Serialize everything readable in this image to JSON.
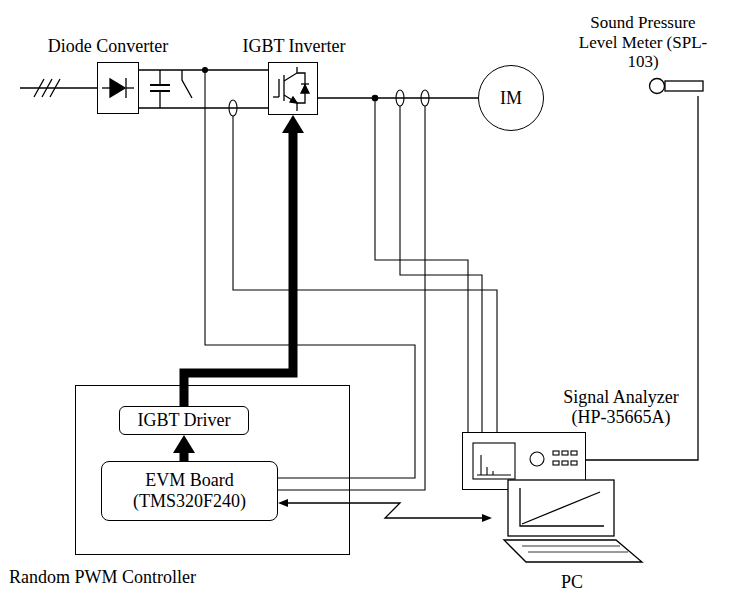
{
  "diagram": {
    "nodes": [
      {
        "text": [
          "Diode Converter"
        ]
      },
      {
        "text": [
          "IGBT Inverter"
        ]
      },
      {
        "text": [
          "Sound Pressure Level Meter (SPL-103)"
        ]
      },
      {
        "text": [
          "IM"
        ]
      },
      {
        "text": [
          "Signal Analyzer (HP-35665A)"
        ]
      },
      {
        "text": [
          "Random PWM Controller"
        ]
      },
      {
        "text": [
          "IGBT Driver"
        ],
        "in": 5
      },
      {
        "text": [
          "EVM Board (TMS320F240)"
        ],
        "in": 5
      },
      {
        "text": [
          "PC"
        ]
      }
    ],
    "edges": [
      {
        "from": 0,
        "to": 1,
        "arrow": "none"
      },
      {
        "from": 1,
        "to": 3,
        "arrow": "none"
      },
      {
        "from": 2,
        "to": 4,
        "arrow": "none"
      },
      {
        "from": 6,
        "to": 1,
        "arrow": "to"
      },
      {
        "from": 7,
        "to": 6,
        "arrow": "to"
      },
      {
        "from": 8,
        "to": 7,
        "arrow": "both"
      }
    ]
  }
}
